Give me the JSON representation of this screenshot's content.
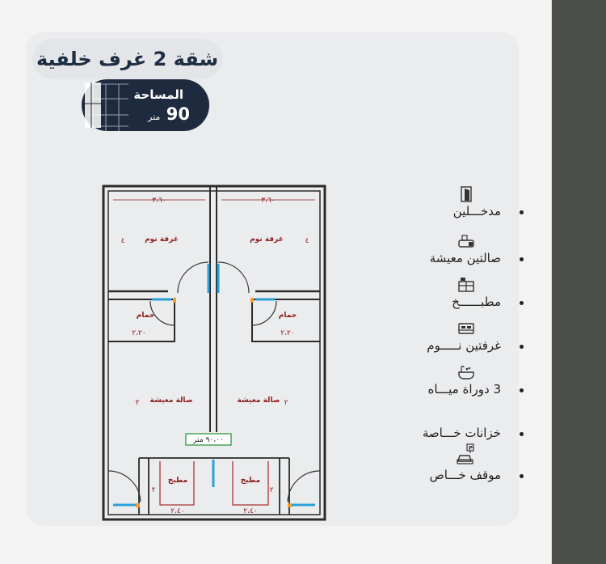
{
  "title": "شقة 2 غرف خلفية",
  "area": {
    "label": "المساحة",
    "value": "90",
    "unit": "متر"
  },
  "features": [
    {
      "icon": "door-icon",
      "label": "مدخـــلين"
    },
    {
      "icon": "sofa-icon",
      "label": "صالتين معيشة"
    },
    {
      "icon": "kitchen-icon",
      "label": "مطبــــــخ"
    },
    {
      "icon": "bed-icon",
      "label": "غرفتين نـــــوم"
    },
    {
      "icon": "bathtub-icon",
      "label": "3 دوراة ميـــاه"
    },
    {
      "icon": "tank-icon",
      "label": "خزانات خـــاصة"
    },
    {
      "icon": "parking-icon",
      "label": "موقف خـــاص"
    }
  ],
  "plan": {
    "bedroom": "غرفة نوم",
    "bathroom": "حمام",
    "living": "صالة معيشة",
    "kitchen": "مطبخ",
    "dim_bedroom_w": "٣،٦٠",
    "dim_bath_w": "٢،٢٠",
    "dim_kitchen_w": "٢،٤٠",
    "dim_side_1": "٤",
    "dim_side_2": "٢",
    "total_area": "٩٠،٠٠ متر"
  }
}
